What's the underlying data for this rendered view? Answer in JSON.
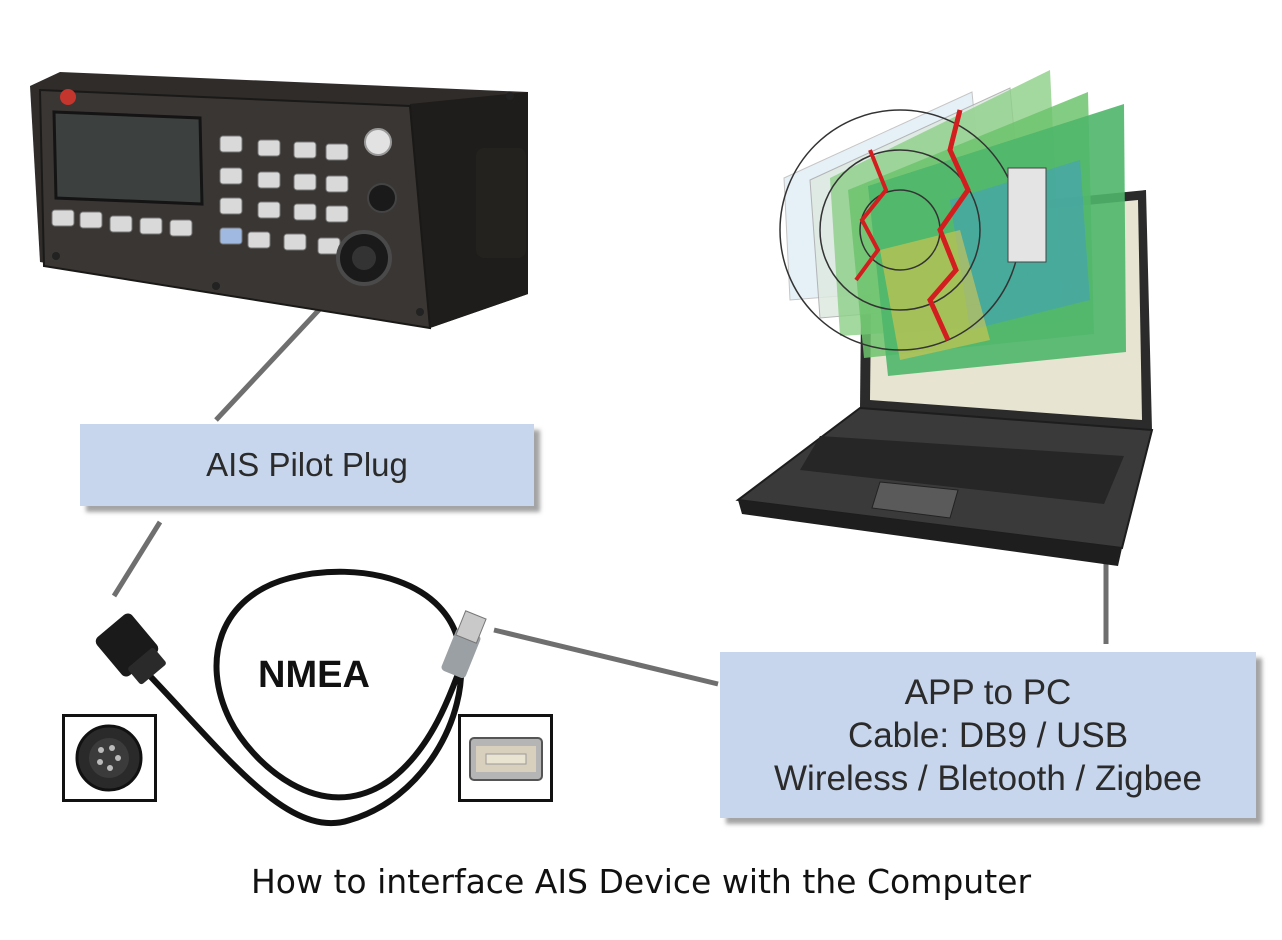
{
  "labels": {
    "pilot_plug": "AIS Pilot Plug",
    "app_to_pc_lines": [
      "APP to PC",
      "Cable: DB9 / USB",
      "Wireless / Bletooth / Zigbee"
    ],
    "cable_type": "NMEA"
  },
  "caption": "How to interface AIS Device with the Computer",
  "colors": {
    "label_fill": "#c7d6ec",
    "connector_line": "#6f6f6f",
    "device_body": "#2f2c2a",
    "cable": "#111111"
  },
  "icons": {
    "ais_device": "ais-transponder-device",
    "laptop": "laptop-with-chart-layers",
    "round_connector": "round-pin-connector-icon",
    "usb_port": "usb-port-icon"
  }
}
